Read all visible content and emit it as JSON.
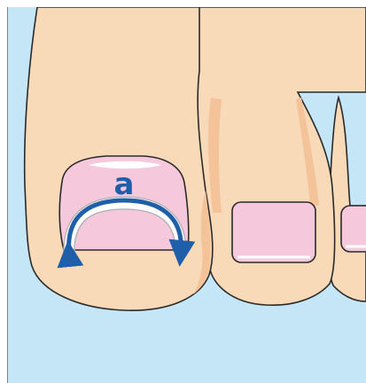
{
  "diagram": {
    "label": "a",
    "colors": {
      "background": "#c5e6f6",
      "skin": "#f9dab8",
      "skin_shadow": "#f4c39a",
      "nail": "#f6c8dc",
      "nail_highlight": "#ffffff",
      "outline": "#2a2a2a",
      "arrow": "#1f5ea8",
      "brace_fill": "#ffffff",
      "brace_edge": "#b5b5b5"
    },
    "icons": [
      "big-toe",
      "toenail",
      "nail-brace",
      "curved-arrow",
      "second-toe",
      "third-toe"
    ]
  }
}
